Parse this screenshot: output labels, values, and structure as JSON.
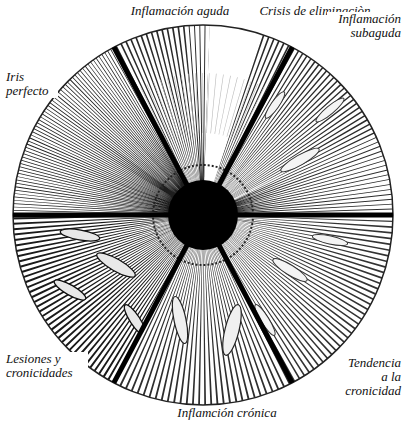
{
  "diagram": {
    "labels": [
      "Inflamación aguda",
      "Crisis de eliminaciòn",
      "Iris perfecto",
      "Inflamación subaguda",
      "Lesiones y cronicidades",
      "Tendencia a la cronicidad",
      "Inflamción crónica"
    ]
  }
}
